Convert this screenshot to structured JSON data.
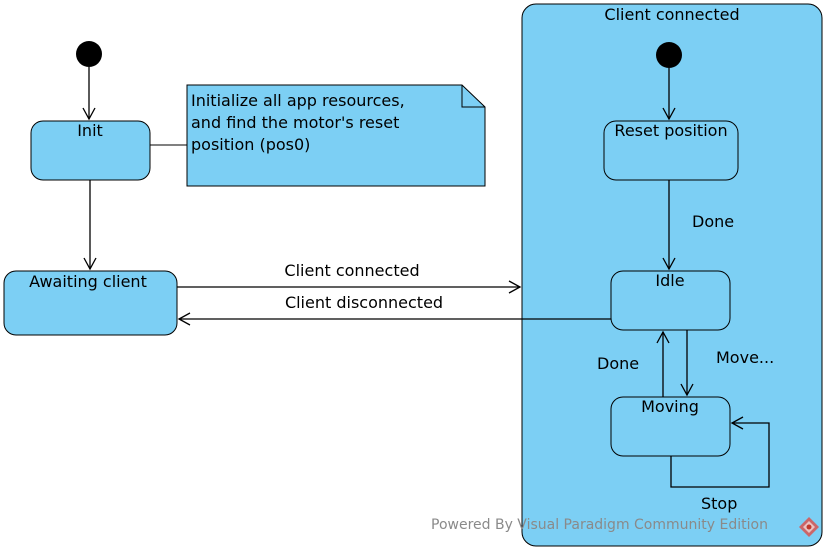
{
  "colors": {
    "state_fill": "#7ccff4",
    "line": "#000000",
    "watermark": "#8a8a8a"
  },
  "states": {
    "init": "Init",
    "awaiting_client": "Awaiting client",
    "client_connected": "Client connected",
    "reset_position": "Reset position",
    "idle": "Idle",
    "moving": "Moving"
  },
  "note": {
    "lines": [
      "Initialize all app resources,",
      "and find the motor's reset",
      "position (pos0)"
    ]
  },
  "transitions": {
    "client_connected": "Client connected",
    "client_disconnected": "Client disconnected",
    "reset_done": "Done",
    "move": "Move...",
    "moving_done": "Done",
    "stop": "Stop"
  },
  "watermark": "Powered By Visual Paradigm Community Edition"
}
